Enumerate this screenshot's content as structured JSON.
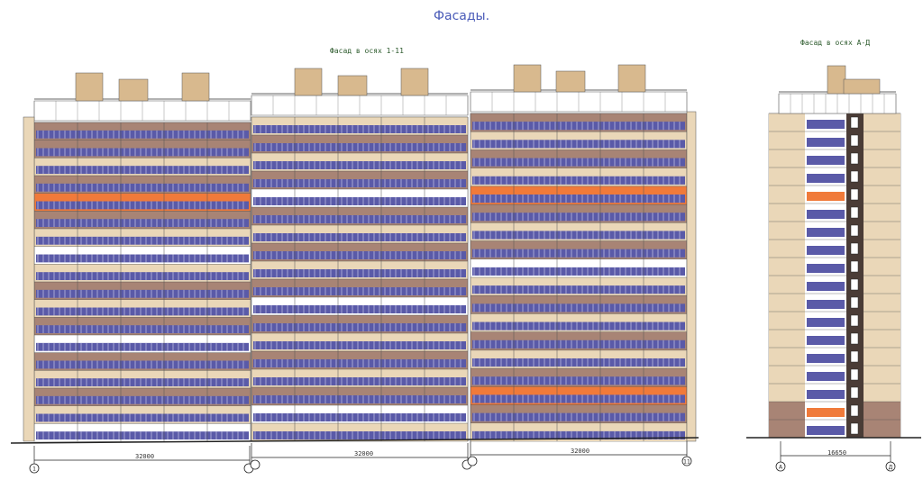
{
  "page_title": "Фасады.",
  "views": [
    {
      "label": "Фасад в осях 1-11",
      "sections": [
        {
          "dimension": "32000",
          "axis_start": "1",
          "axis_end": ""
        },
        {
          "dimension": "32000",
          "axis_start": "",
          "axis_end": ""
        },
        {
          "dimension": "32000",
          "axis_start": "",
          "axis_end": "11"
        }
      ]
    },
    {
      "label": "Фасад в осях А-Д",
      "sections": [
        {
          "dimension": "16650",
          "axis_start": "А",
          "axis_end": "Д"
        }
      ]
    }
  ],
  "colors": {
    "beige": "#ead7b8",
    "brown": "#a88475",
    "orange": "#f07a3a",
    "window": "#5a5aa8",
    "dark": "#4a3c36",
    "light_strip": "#ffffff"
  }
}
